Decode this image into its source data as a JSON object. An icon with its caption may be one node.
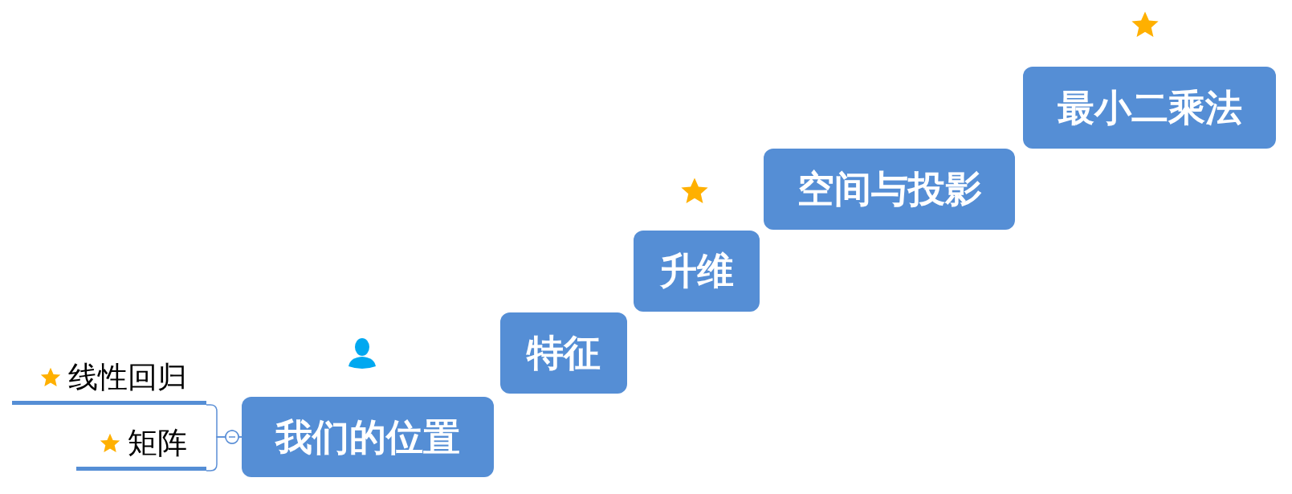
{
  "diagram": {
    "nodes": [
      {
        "text": [
          "我们的位置"
        ]
      },
      {
        "text": [
          "特征"
        ]
      },
      {
        "text": [
          "升维"
        ]
      },
      {
        "text": [
          "空间与投影"
        ]
      },
      {
        "text": [
          "最小二乘法"
        ]
      },
      {
        "text": [
          "线性回归"
        ]
      },
      {
        "text": [
          "矩阵"
        ]
      }
    ],
    "edges": [
      {
        "from": 0,
        "to": 5,
        "arrow": "other"
      },
      {
        "from": 0,
        "to": 6,
        "arrow": "other"
      }
    ]
  }
}
